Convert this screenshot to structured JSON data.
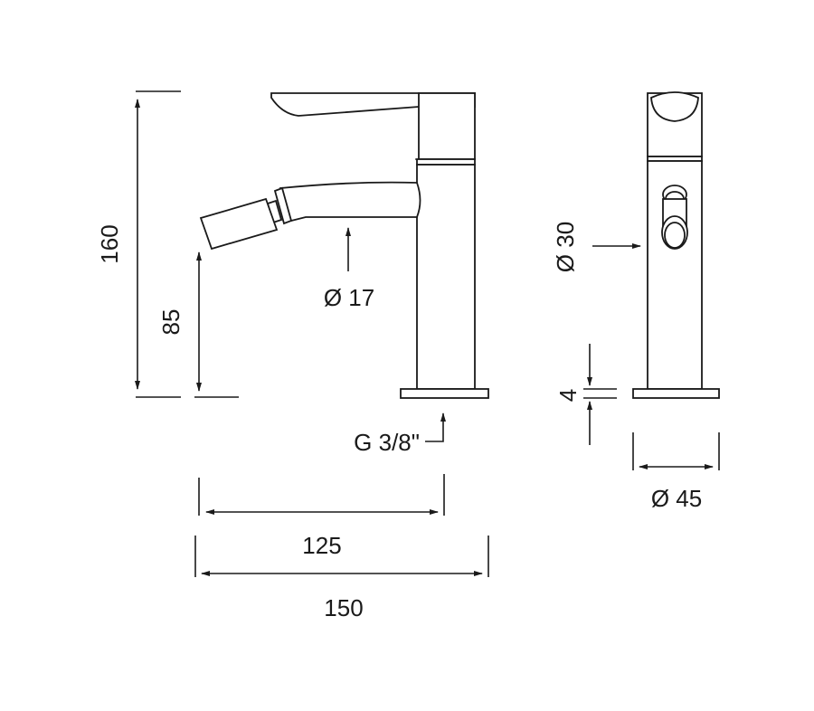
{
  "dimensions": {
    "height_total": "160",
    "spout_height": "85",
    "spout_diameter": "Ø 17",
    "connection": "G 3/8\"",
    "spout_reach": "125",
    "total_depth": "150",
    "body_diameter": "Ø 30",
    "base_thickness": "4",
    "base_diameter": "Ø 45"
  },
  "colors": {
    "line": "#1a1a1a",
    "background": "#ffffff"
  }
}
